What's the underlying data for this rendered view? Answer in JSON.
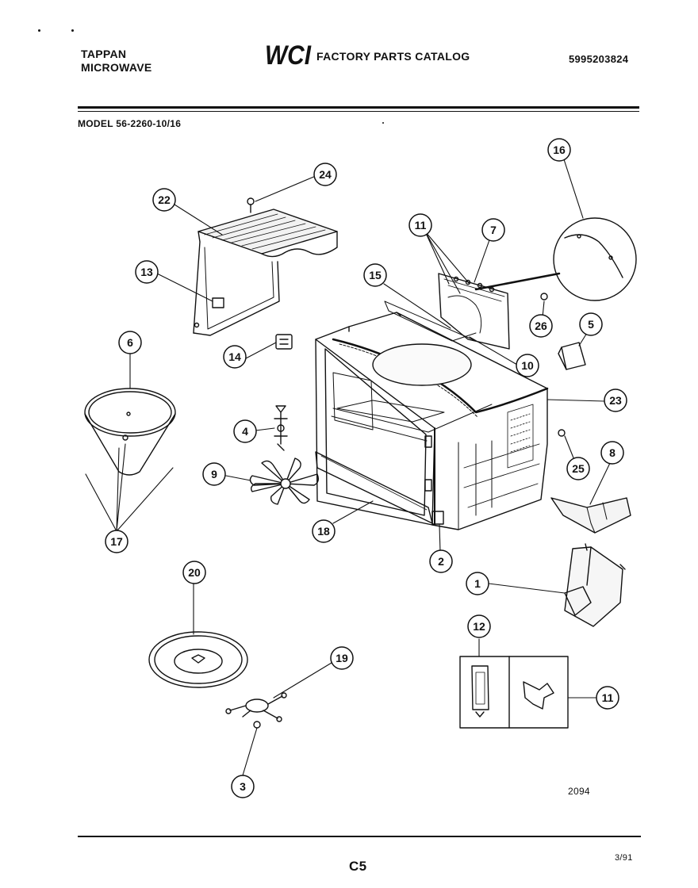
{
  "header": {
    "brand_line1": "TAPPAN",
    "brand_line2": "MICROWAVE",
    "logo_text": "WCI",
    "catalog_title": "FACTORY PARTS CATALOG",
    "part_number": "5995203824",
    "model": "MODEL 56-2260-10/16"
  },
  "callouts": [
    "24",
    "22",
    "13",
    "6",
    "14",
    "17",
    "4",
    "9",
    "18",
    "2",
    "16",
    "11",
    "7",
    "15",
    "26",
    "5",
    "10",
    "23",
    "25",
    "8",
    "1",
    "20",
    "19",
    "3",
    "12",
    "11"
  ],
  "footer": {
    "drawing_number": "2094",
    "page_label": "C5",
    "date": "3/91"
  }
}
